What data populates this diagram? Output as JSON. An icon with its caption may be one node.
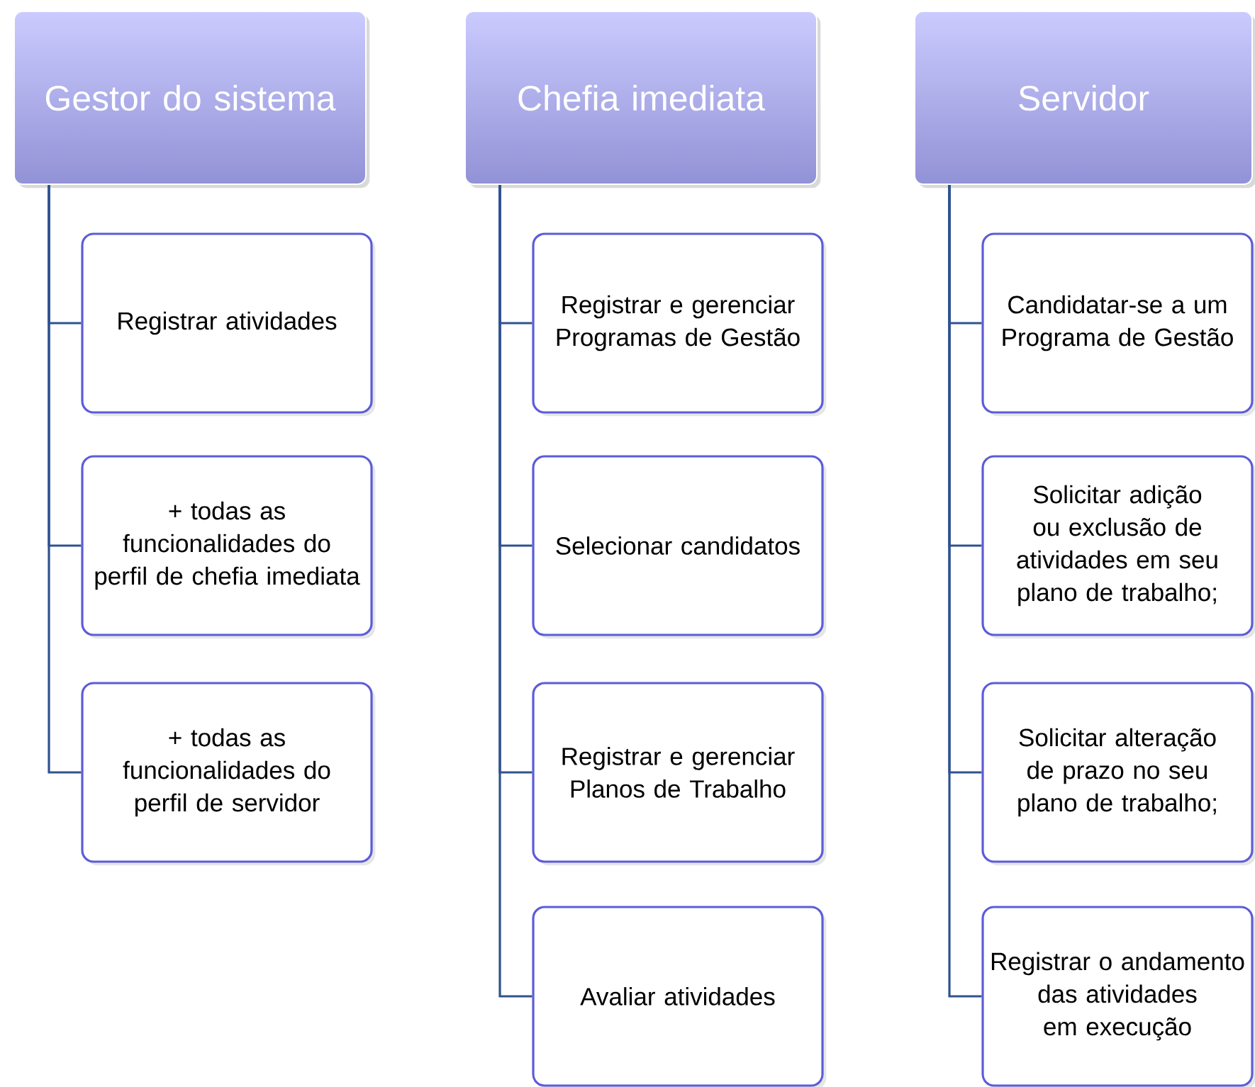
{
  "diagram": {
    "nodes": [
      {
        "text": [
          "Gestor do sistema"
        ]
      },
      {
        "text": [
          "Registrar atividades"
        ]
      },
      {
        "text": [
          "+ todas as funcionalidades do perfil de chefia imediata"
        ]
      },
      {
        "text": [
          "+ todas as funcionalidades do perfil de servidor"
        ]
      },
      {
        "text": [
          "Chefia imediata"
        ]
      },
      {
        "text": [
          "Registrar e gerenciar Programas de Gestão"
        ]
      },
      {
        "text": [
          "Selecionar candidatos"
        ]
      },
      {
        "text": [
          "Registrar e gerenciar Planos de Trabalho"
        ]
      },
      {
        "text": [
          "Avaliar atividades"
        ]
      },
      {
        "text": [
          "Servidor"
        ]
      },
      {
        "text": [
          "Candidatar-se a um Programa de Gestão"
        ]
      },
      {
        "text": [
          "Solicitar adição ou exclusão de atividades em seu plano de trabalho;"
        ]
      },
      {
        "text": [
          "Solicitar alteração de prazo no seu plano de trabalho;"
        ]
      },
      {
        "text": [
          "Registrar o andamento das atividades em execução"
        ]
      }
    ],
    "edges": [
      {
        "from": 0,
        "to": 1,
        "arrow": "none"
      },
      {
        "from": 0,
        "to": 2,
        "arrow": "none"
      },
      {
        "from": 0,
        "to": 3,
        "arrow": "none"
      },
      {
        "from": 4,
        "to": 5,
        "arrow": "none"
      },
      {
        "from": 4,
        "to": 6,
        "arrow": "none"
      },
      {
        "from": 4,
        "to": 7,
        "arrow": "none"
      },
      {
        "from": 4,
        "to": 8,
        "arrow": "none"
      },
      {
        "from": 9,
        "to": 10,
        "arrow": "none"
      },
      {
        "from": 9,
        "to": 11,
        "arrow": "none"
      },
      {
        "from": 9,
        "to": 12,
        "arrow": "none"
      },
      {
        "from": 9,
        "to": 13,
        "arrow": "none"
      }
    ]
  }
}
